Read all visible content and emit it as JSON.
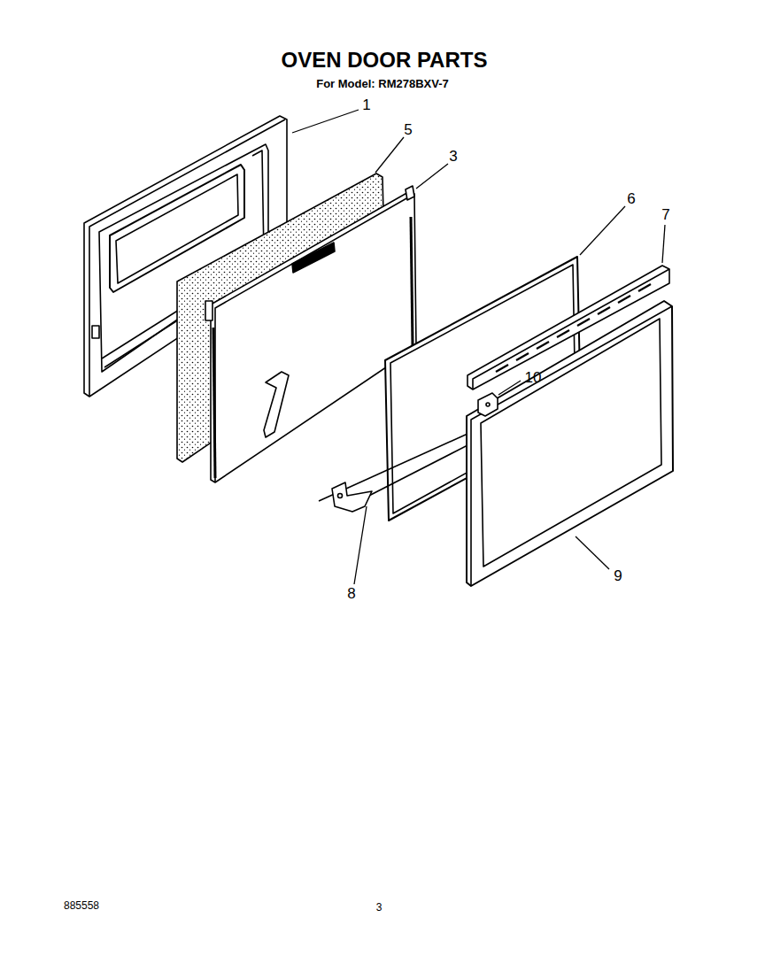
{
  "diagram": {
    "title": "OVEN DOOR PARTS",
    "labels": [
      "For Model: RM278BXV-7",
      "1",
      "5",
      "3",
      "6",
      "7",
      "10",
      "8",
      "9",
      "885558",
      "3"
    ]
  }
}
